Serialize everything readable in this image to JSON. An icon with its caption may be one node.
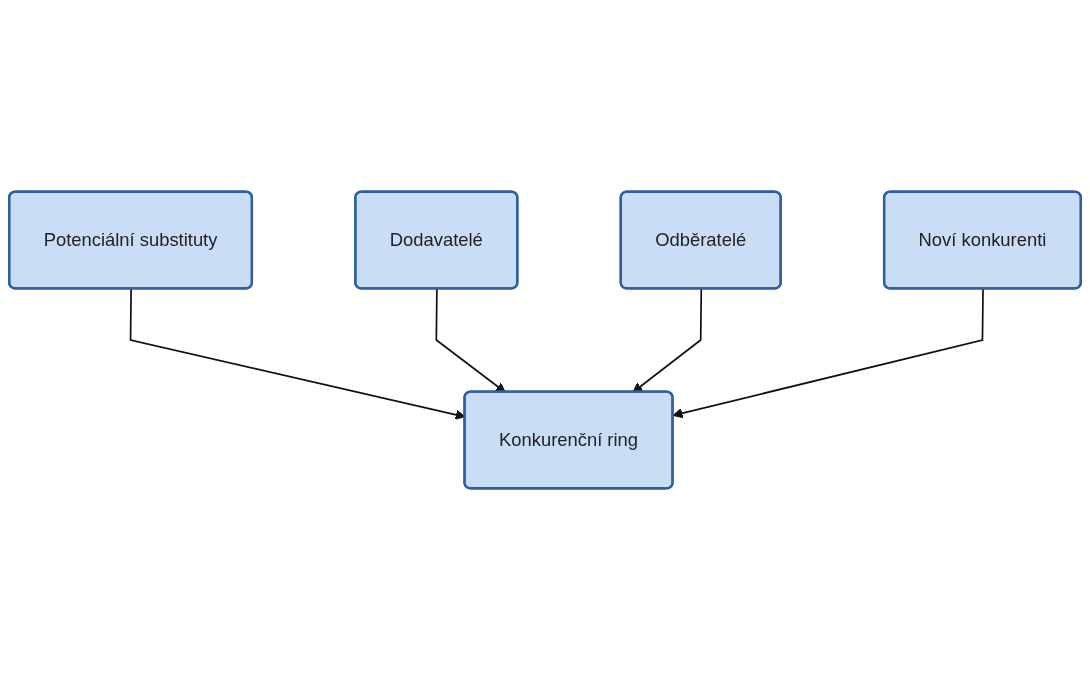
{
  "diagram": {
    "nodes": [
      {
        "text": [
          "Potenciální substituty"
        ]
      },
      {
        "text": [
          "Dodavatelé"
        ]
      },
      {
        "text": [
          "Konkurenční ring"
        ]
      },
      {
        "text": [
          "Odběratelé"
        ]
      },
      {
        "text": [
          "Noví konkurenti"
        ]
      }
    ],
    "edges": [
      {
        "from": 0,
        "to": 2,
        "arrow": "to"
      },
      {
        "from": 1,
        "to": 2,
        "arrow": "to"
      },
      {
        "from": 3,
        "to": 2,
        "arrow": "to"
      },
      {
        "from": 4,
        "to": 2,
        "arrow": "to"
      }
    ]
  }
}
